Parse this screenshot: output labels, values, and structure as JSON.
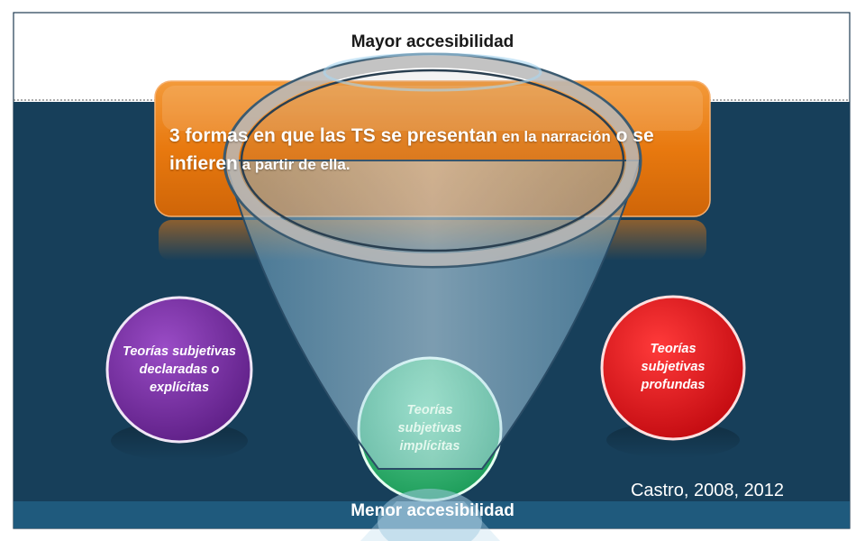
{
  "diagram": {
    "top_label": "Mayor accesibilidad",
    "bottom_label": "Menor accesibilidad",
    "headline": {
      "part1": "3 formas en que las TS se presentan",
      "part2": " en la narración",
      "part3": " o se infieren",
      "part4": " a partir de ella."
    },
    "circles": [
      {
        "label": "Teorías subjetivas declaradas o explícitas",
        "color": "#7a2fa5"
      },
      {
        "label": "Teorías subjetivas implícitas",
        "color": "#2eb872"
      },
      {
        "label": "Teorías subjetivas profundas",
        "color": "#e8121a"
      }
    ],
    "citation": "Castro, 2008, 2012",
    "colors": {
      "background_dark": "#173f5a",
      "bottom_band": "#1f5a7d",
      "orange_box": "#e8790f",
      "funnel": "#9fd0ea"
    }
  }
}
